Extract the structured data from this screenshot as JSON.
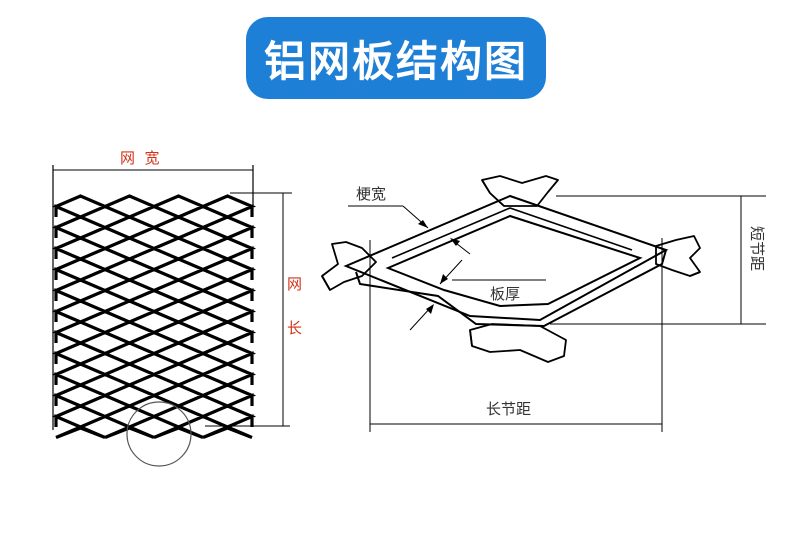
{
  "title": "铝网板结构图",
  "colors": {
    "banner": "#1e7fd6",
    "line": "#000000",
    "red_label": "#d0351c"
  },
  "labels": {
    "mesh_width": "网  宽",
    "mesh_length_1": "网",
    "mesh_length_2": "长",
    "strand_width": "梗宽",
    "thickness": "板厚",
    "short_pitch": "短节距",
    "long_pitch": "长节距"
  }
}
